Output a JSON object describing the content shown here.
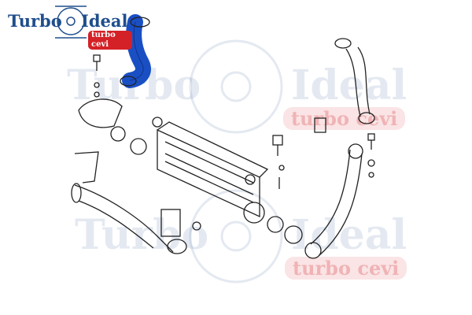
{
  "logo": {
    "word1": "Turbo",
    "word2": "Ideal",
    "badge": "turbo cevi"
  },
  "watermarks": [
    {
      "word1": "Turbo",
      "word2": "Ideal",
      "badge": "turbo cevi"
    },
    {
      "word1": "Turbo",
      "word2": "Ideal",
      "badge": "turbo cevi"
    }
  ],
  "colors": {
    "brand_blue": "#1f4e8c",
    "brand_red": "#d42127",
    "highlight_hose": "#1a4fc4"
  }
}
